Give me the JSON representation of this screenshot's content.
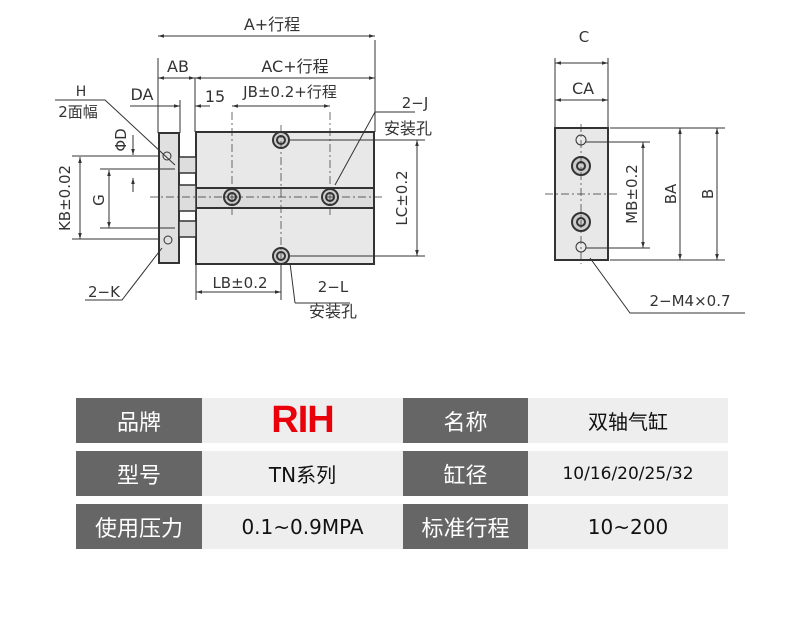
{
  "drawing": {
    "front": {
      "a_stroke": "A+行程",
      "ab": "AB",
      "ac_stroke": "AC+行程",
      "da": "DA",
      "fifteen": "15",
      "jb_stroke": "JB±0.2+行程",
      "h": "H",
      "two_flats": "2面幅",
      "phi_d": "ΦD",
      "kb": "KB±0.02",
      "g": "G",
      "lc": "LC±0.2",
      "lb": "LB±0.2",
      "two_j": "2−J",
      "j_holes": "安装孔",
      "two_l": "2−L",
      "l_holes": "安装孔",
      "two_k": "2−K"
    },
    "side": {
      "c": "C",
      "ca": "CA",
      "mb": "MB±0.2",
      "ba": "BA",
      "b": "B",
      "thread": "2−M4×0.7"
    }
  },
  "specs": {
    "rows": [
      {
        "label1": "品牌",
        "value1": "RIH",
        "label2": "名称",
        "value2": "双轴气缸"
      },
      {
        "label1": "型号",
        "value1": "TN系列",
        "label2": "缸径",
        "value2": "10/16/20/25/32"
      },
      {
        "label1": "使用压力",
        "value1": "0.1~0.9MPA",
        "label2": "标准行程",
        "value2": "10~200"
      }
    ],
    "colors": {
      "label_bg": "#666666",
      "value_bg": "#eeeeee",
      "brand": "#e8000b"
    }
  }
}
